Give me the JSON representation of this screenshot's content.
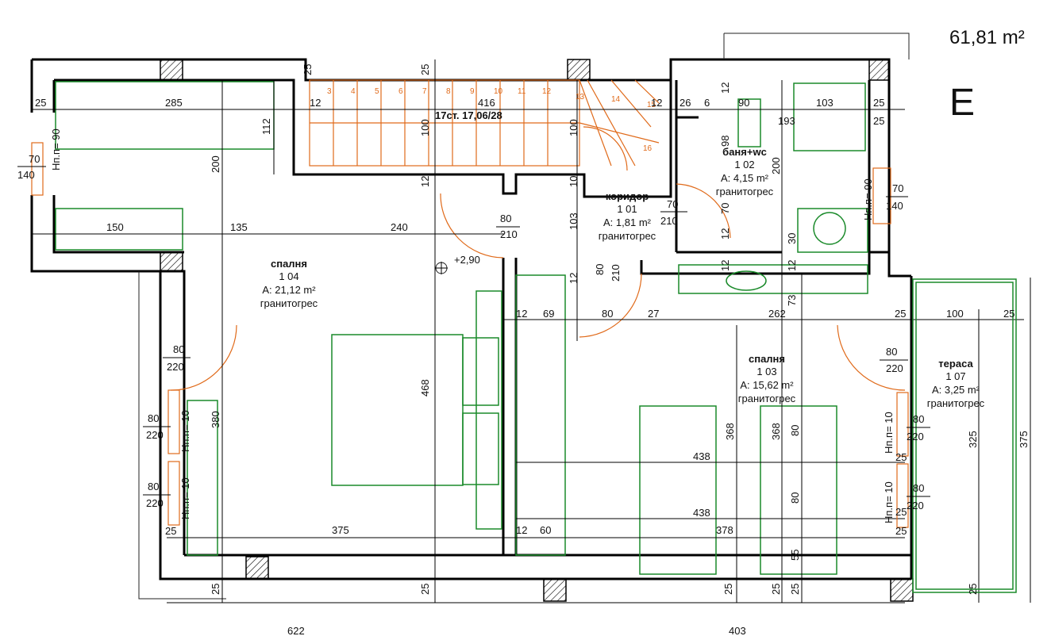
{
  "header": {
    "total_area": "61,81 m²",
    "apartment_letter": "E"
  },
  "stairs": {
    "label": "17ст. 17,06/28",
    "step_numbers": [
      "3",
      "4",
      "5",
      "6",
      "7",
      "8",
      "9",
      "10",
      "11",
      "12",
      "13",
      "14",
      "15",
      "16"
    ]
  },
  "level_mark": "+2,90",
  "rooms": [
    {
      "name": "коридор",
      "number": "1 01",
      "area": "A: 1,81 m²",
      "floor": "гранитогрес"
    },
    {
      "name": "баня+wc",
      "number": "1 02",
      "area": "A: 4,15 m²",
      "floor": "гранитогрес"
    },
    {
      "name": "спалня",
      "number": "1 03",
      "area": "A: 15,62 m²",
      "floor": "гранитогрес"
    },
    {
      "name": "спалня",
      "number": "1 04",
      "area": "A: 21,12 m²",
      "floor": "гранитогрес"
    },
    {
      "name": "тераса",
      "number": "1 07",
      "area": "A: 3,25 m²",
      "floor": "гранитогрес"
    }
  ],
  "openings": {
    "w_70_140": "70",
    "w_140": "140",
    "sill_90": "Нп.п= 90",
    "sill_10": "Нп.п= 10",
    "d80": "80",
    "d210": "210",
    "d220": "220",
    "d70": "70"
  },
  "dimensions": {
    "top": [
      "25",
      "285",
      "25",
      "416",
      "12",
      "26",
      "6",
      "90",
      "103",
      "25",
      "25",
      "193",
      "12",
      "12"
    ],
    "left": [
      "112",
      "200",
      "150",
      "135",
      "240"
    ],
    "middle": [
      "100",
      "100",
      "12",
      "10",
      "103",
      "98",
      "200",
      "70",
      "12",
      "30",
      "12",
      "73"
    ],
    "lower": [
      "12",
      "69",
      "80",
      "27",
      "262",
      "25",
      "100",
      "25",
      "468",
      "380",
      "375",
      "12",
      "60",
      "438",
      "438",
      "378",
      "368",
      "368",
      "80",
      "80",
      "55",
      "25",
      "25",
      "25",
      "25",
      "25",
      "325",
      "375"
    ],
    "bottom": [
      "25",
      "25",
      "622",
      "403",
      "25",
      "25",
      "25",
      "25"
    ]
  }
}
